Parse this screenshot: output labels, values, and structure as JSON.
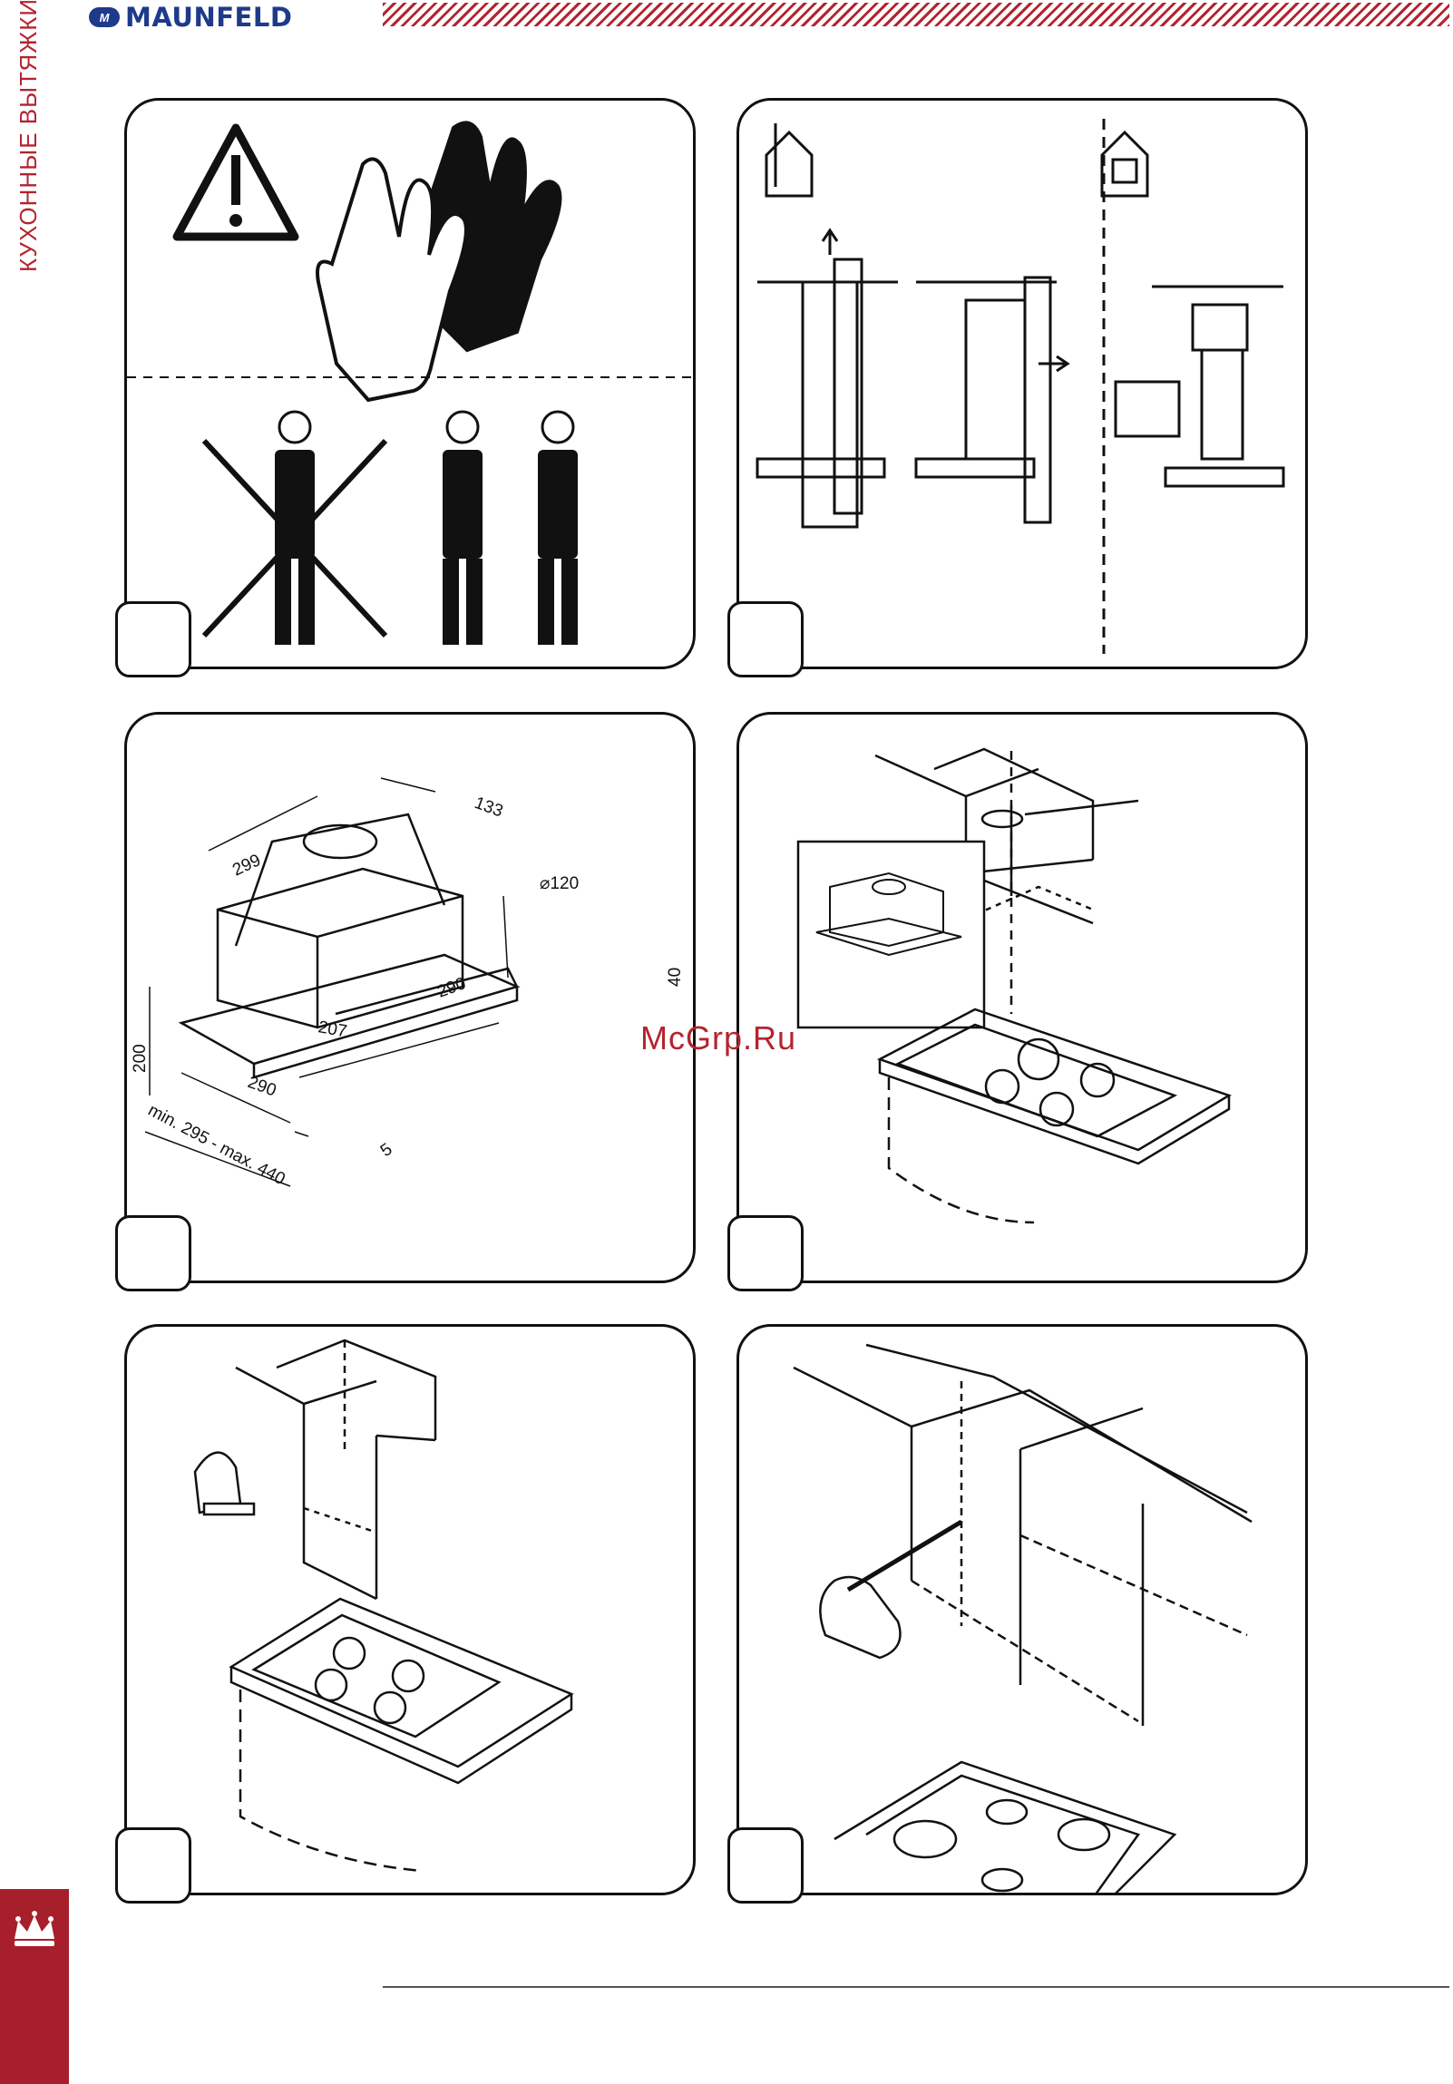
{
  "header": {
    "brand": "MAUNFELD",
    "logo_mark": "M"
  },
  "side_label": "КУХОННЫЕ ВЫТЯЖКИ",
  "watermark": "McGrp.Ru",
  "colors": {
    "brand_blue": "#1e3a8a",
    "accent_red": "#b3242f"
  },
  "dimensions": {
    "depth_top": "299",
    "height_body": "133",
    "duct": "120",
    "front_height": "40",
    "inner_width": "290",
    "panel_depth": "207",
    "total_height": "200",
    "bottom_width": "290",
    "min_max": "min. 295 - max. 440",
    "gap": "5"
  },
  "panels": [
    {
      "id": "safety"
    },
    {
      "id": "ventilation"
    },
    {
      "id": "dimensions"
    },
    {
      "id": "cabinet-prep"
    },
    {
      "id": "cutting"
    },
    {
      "id": "marking"
    }
  ]
}
